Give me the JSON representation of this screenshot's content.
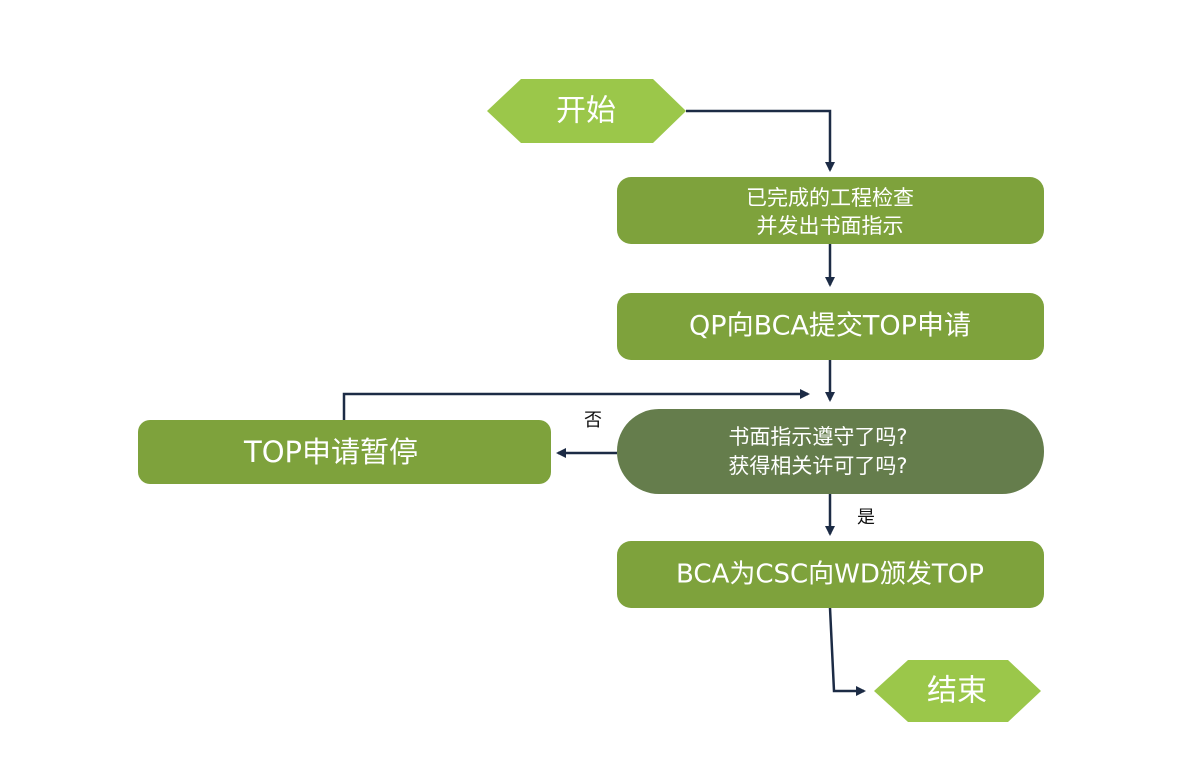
{
  "flowchart": {
    "start": {
      "label": "开始"
    },
    "step1": {
      "line1": "已完成的工程检查",
      "line2": "并发出书面指示"
    },
    "step2": {
      "label": "QP向BCA提交TOP申请"
    },
    "decision": {
      "line1": "书面指示遵守了吗?",
      "line2": "获得相关许可了吗?"
    },
    "suspend": {
      "label": "TOP申请暂停"
    },
    "step3": {
      "label": "BCA为CSC向WD颁发TOP"
    },
    "end": {
      "label": "结束"
    },
    "edge_no": {
      "label": "否"
    },
    "edge_yes": {
      "label": "是"
    }
  },
  "colors": {
    "terminal_fill": "#9bc74a",
    "process_fill": "#7ea23c",
    "decision_fill": "#657d4c",
    "connector": "#1c2b45",
    "text_light": "#ffffff",
    "text_dark": "#111111"
  }
}
